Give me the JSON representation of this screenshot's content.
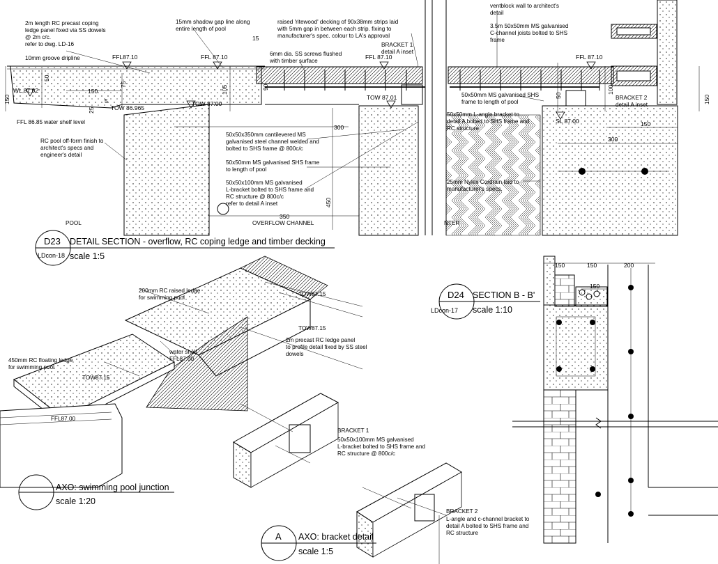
{
  "d23": {
    "tag": "D23",
    "ref": "LDcon-18",
    "title": "DETAIL SECTION - overflow, RC coping ledge and timber decking",
    "scale": "scale 1:5",
    "notes": [
      "2m length RC precast coping",
      "ledge panel fixed via SS dowels",
      "@ 2m c/c.",
      "refer to dwg. LD-16",
      "15mm shadow gap line along",
      "entire length of pool",
      "raised 'ritewood' decking of 90x38mm strips  laid",
      "with 5mm gap in between each strip. fixing to",
      "manufacturer's spec. colour to LA's approval",
      "ventblock wall to architect's",
      "detail",
      "3.5m 50x50mm MS galvanised",
      "C-channel joists bolted to SHS",
      "frame",
      "10mm groove dripline",
      "6mm dia. SS screws flushed",
      "with timber surface",
      "BRACKET 1",
      "detail A inset",
      "50x50mm MS galvanised SHS",
      "frame to length of pool",
      "BRACKET 2",
      "detail A inset",
      "50x50mm L-angle  bracket to",
      "detail A bolted to SHS frame and",
      "RC structure",
      "FFL 86.85 water shelf level",
      "RC pool off-form finish to",
      "architect's specs and",
      "engineer's detail",
      "50x50x350mm cantilevered MS",
      "galvanised steel channel welded and",
      "bolted to SHS frame @ 800c/c",
      "50x50mm MS galvanised SHS frame",
      "to length of pool",
      "50x50x100mm MS galvanised",
      "L-bracket bolted to SHS frame and",
      "RC structure @ 800c/c",
      "refer to detail A inset",
      "25mm Nylex Cordrain laid to",
      "manufacturer's specs.",
      "POOL",
      "OVERFLOW CHANNEL",
      "NTER"
    ],
    "levels": [
      "FFL87.10",
      "FFL 87.10",
      "FFL 87.10",
      "FFL 87.10",
      "WL 87.02",
      "TOW 86.965",
      "TOW 87.00",
      "TOW 87.01",
      "SL 87.00"
    ],
    "dims": [
      "15",
      "50",
      "75",
      "150",
      "25",
      "5",
      "105",
      "90",
      "150",
      "300",
      "350",
      "450",
      "50",
      "100",
      "150",
      "150",
      "300"
    ]
  },
  "d24": {
    "tag": "D24",
    "ref": "LDcon-17",
    "title": "SECTION B - B'",
    "scale": "scale 1:10",
    "dims": [
      "150",
      "150",
      "200",
      "150"
    ]
  },
  "axo": {
    "title": "AXO: swimming pool junction",
    "scale": "scale 1:20",
    "notes": [
      "200mm RC raised ledge",
      "for swimming pool",
      "TOW87.15",
      "TOW87.15",
      "2m precast RC ledge panel",
      "to profile detail fixed by SS steel",
      "dowels",
      "water shelf",
      "FFL87.00",
      "450mm RC floating ledge",
      "for swimming pool",
      "TOW87.15",
      "FFL87.00"
    ]
  },
  "detail_a": {
    "tag": "A",
    "title": "AXO: bracket detail",
    "scale": "scale 1:5",
    "notes": [
      "BRACKET 1",
      "50x50x100mm MS galvanised",
      "L-bracket bolted to SHS frame and",
      "RC structure @ 800c/c",
      "BRACKET 2",
      "L-angle and c-channel bracket to",
      "detail A bolted to SHS frame and",
      "RC structure"
    ]
  }
}
